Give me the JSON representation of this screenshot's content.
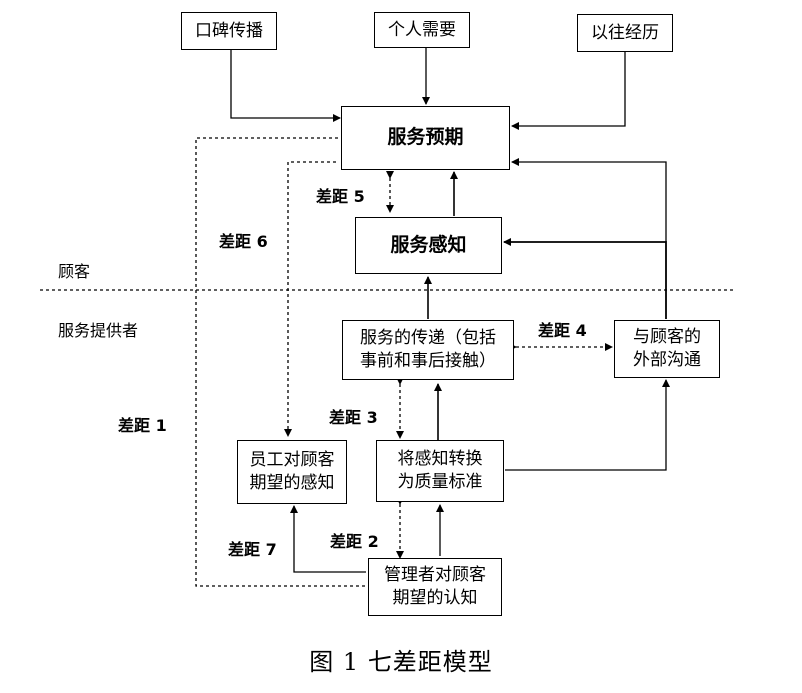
{
  "boxes": {
    "word_of_mouth": "口碑传播",
    "personal_needs": "个人需要",
    "past_experience": "以往经历",
    "expected_service": "服务预期",
    "perceived_service": "服务感知",
    "service_delivery_line1": "服务的传递（包括",
    "service_delivery_line2": "事前和事后接触）",
    "external_comm_line1": "与顾客的",
    "external_comm_line2": "外部沟通",
    "employee_perception_line1": "员工对顾客",
    "employee_perception_line2": "期望的感知",
    "translation_line1": "将感知转换",
    "translation_line2": "为质量标准",
    "management_line1": "管理者对顾客",
    "management_line2": "期望的认知"
  },
  "regions": {
    "customer": "顾客",
    "provider": "服务提供者"
  },
  "gaps": {
    "gap1": "差距 1",
    "gap2": "差距 2",
    "gap3": "差距 3",
    "gap4": "差距 4",
    "gap5": "差距 5",
    "gap6": "差距 6",
    "gap7": "差距 7"
  },
  "caption": "图 1    七差距模型"
}
